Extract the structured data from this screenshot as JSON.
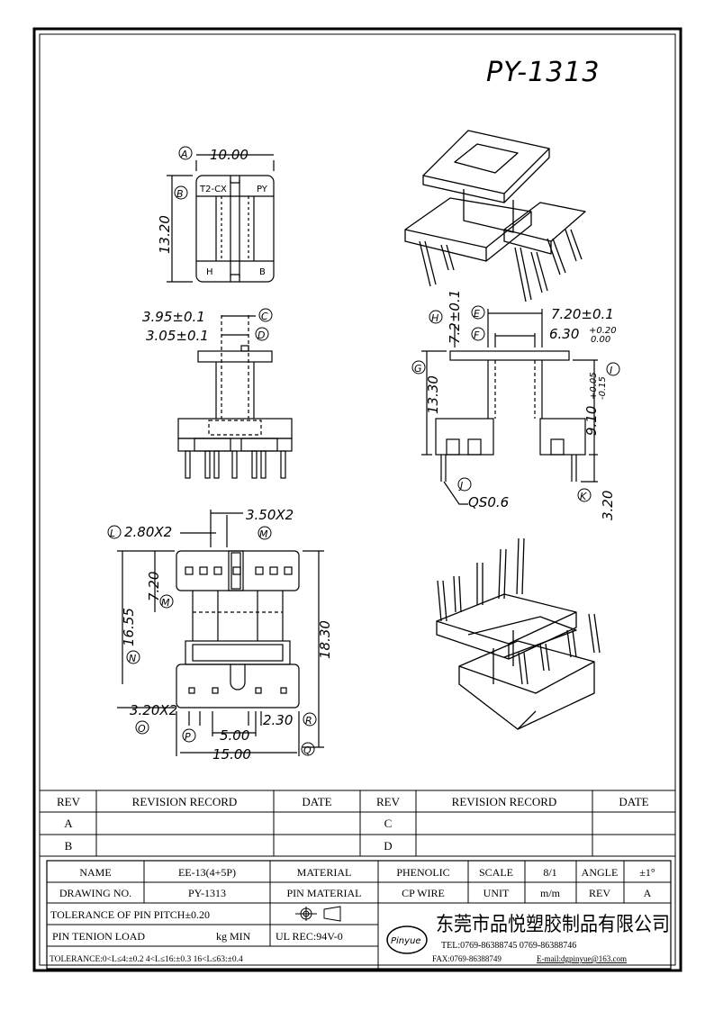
{
  "title": "PY-1313",
  "views": {
    "top": {
      "width": "10.00",
      "height": "13.20",
      "label_tl": "T2-CX",
      "label_tr": "PY",
      "label_bl": "H",
      "label_br": "B",
      "mark_a": "A",
      "mark_b": "B"
    },
    "front": {
      "d1": "3.95±0.1",
      "d2": "3.05±0.1",
      "mark_c": "C",
      "mark_d": "D"
    },
    "side": {
      "e": "7.20±0.1",
      "f_main": "6.30",
      "f_tol_up": "+0.20",
      "f_tol_dn": "0.00",
      "h": "7.2±0.1",
      "g": "13.30",
      "i_main": "9.10",
      "i_tol_up": "+0.05",
      "i_tol_dn": "-0.15",
      "k": "3.20",
      "pin": "QS0.6",
      "mark_e": "E",
      "mark_f": "F",
      "mark_g": "G",
      "mark_h": "H",
      "mark_i": "I",
      "mark_j": "J",
      "mark_k": "K"
    },
    "bottom": {
      "l": "2.80X2",
      "m": "3.50X2",
      "m2": "7.20",
      "n": "16.55",
      "h_total": "18.30",
      "o": "3.20X2",
      "p": "5.00",
      "r": "2.30",
      "q": "15.00",
      "mark_l": "L",
      "mark_m": "M",
      "mark_m2": "M",
      "mark_n": "N",
      "mark_o": "O",
      "mark_p": "P",
      "mark_q": "Q",
      "mark_r": "R"
    }
  },
  "revision_table": {
    "headers": [
      "REV",
      "REVISION RECORD",
      "DATE",
      "REV",
      "REVISION RECORD",
      "DATE"
    ],
    "rows": [
      [
        "A",
        "",
        "",
        "C",
        "",
        ""
      ],
      [
        "B",
        "",
        "",
        "D",
        "",
        ""
      ]
    ]
  },
  "title_block": {
    "name_label": "NAME",
    "name_value": "EE-13(4+5P)",
    "material_label": "MATERIAL",
    "material_value": "PHENOLIC",
    "scale_label": "SCALE",
    "scale_value": "8/1",
    "angle_label": "ANGLE",
    "angle_value": "±1°",
    "drawing_label": "DRAWING NO.",
    "drawing_value": "PY-1313",
    "pin_material_label": "PIN MATERIAL",
    "pin_material_value": "CP WIRE",
    "unit_label": "UNIT",
    "unit_value": "m/m",
    "rev_label": "REV",
    "rev_value": "A",
    "tolerance_pitch": "TOLERANCE OF PIN PITCH±0.20",
    "pin_tension": "PIN TENION LOAD",
    "pin_tension_unit": "kg MIN",
    "ul": "UL REC:94V-0",
    "tolerance": "TOLERANCE:0<L≤4:±0.2  4<L≤16:±0.3  16<L≤63:±0.4",
    "logo": "Pinyue",
    "company": "东莞市品悦塑胶制品有限公司",
    "tel": "TEL:0769-86388745   0769-86388746",
    "fax": "FAX:0769-86388749",
    "email": "E-mail:dgpinyue@163.com"
  }
}
